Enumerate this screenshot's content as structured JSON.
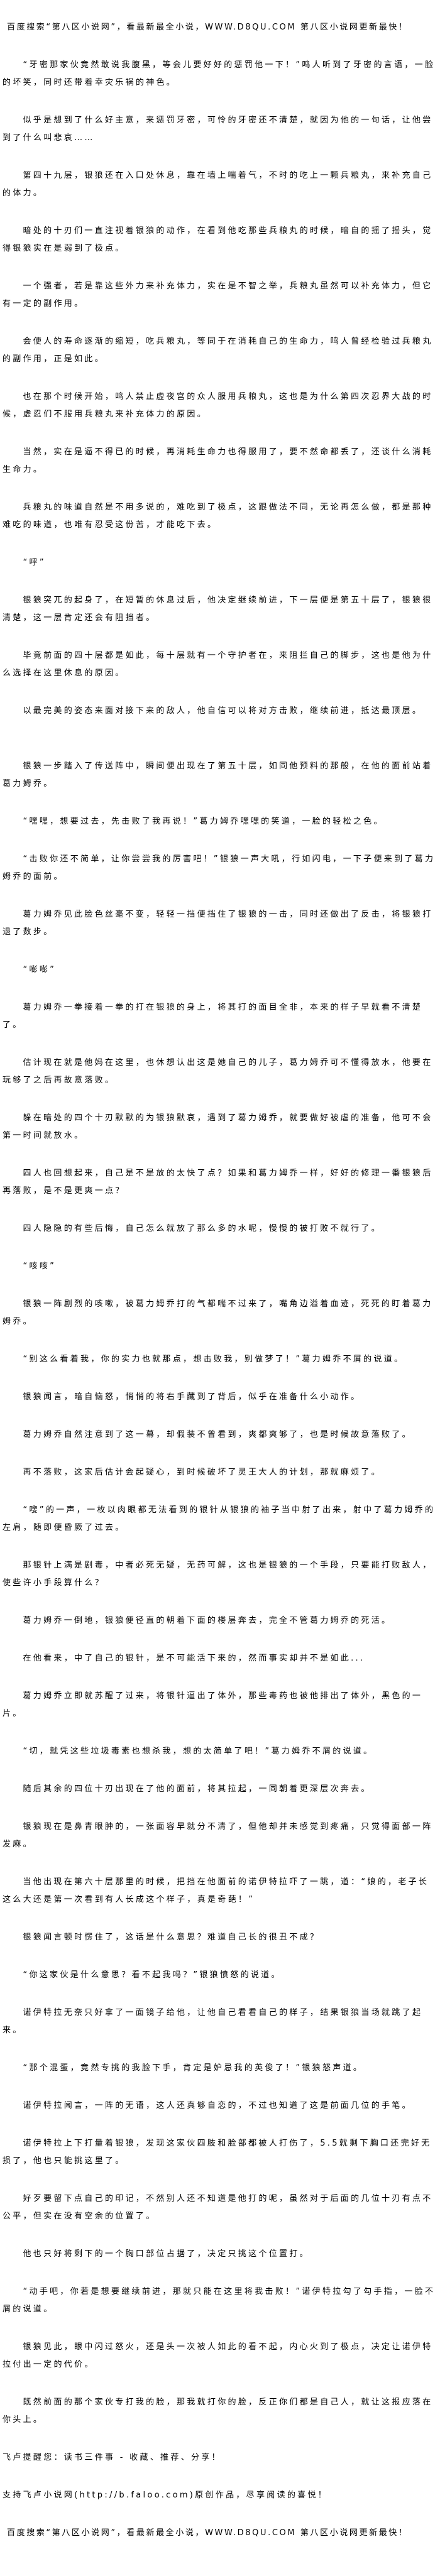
{
  "header_banner": "百度搜索“第八区小说网”，看最新最全小说，WWW.D8QU.COM  第八区小说网更新最快！",
  "paragraphs": [
    "“牙密那家伙竟然敢说我腹黑，等会儿要好好的惩罚他一下！”鸣人听到了牙密的言语，一脸的坏笑，同时还带着幸灾乐祸的神色。",
    "似乎是想到了什么好主意，来惩罚牙密，可怜的牙密还不清楚，就因为他的一句话，让他尝到了什么叫悲哀……",
    "第四十九层，银狼还在入口处休息，靠在墙上喘着气，不时的吃上一颗兵粮丸，来补充自己的体力。",
    "暗处的十刃们一直注视着银狼的动作，在看到他吃那些兵粮丸的时候，暗自的摇了摇头，觉得银狼实在是弱到了极点。",
    "一个强者，若是靠这些外力来补充体力，实在是不智之举，兵粮丸虽然可以补充体力，但它有一定的副作用。",
    "会使人的寿命逐渐的缩短，吃兵粮丸，等同于在消耗自己的生命力，鸣人曾经检验过兵粮丸的副作用，正是如此。",
    "也在那个时候开始，鸣人禁止虚夜宫的众人服用兵粮丸，这也是为什么第四次忍界大战的时候，虚忍们不服用兵粮丸来补充体力的原因。",
    "当然，实在是逼不得已的时候，再消耗生命力也得服用了，要不然命都丢了，还谈什么消耗生命力。",
    "兵粮丸的味道自然是不用多说的，难吃到了极点，这跟做法不同，无论再怎么做，都是那种难吃的味道，也唯有忍受这份苦，才能吃下去。",
    "“呼”",
    "银狼突兀的起身了，在短暂的休息过后，他决定继续前进，下一层便是第五十层了，银狼很清楚，这一层肯定还会有阻挡者。",
    "毕竟前面的四十层都是如此，每十层就有一个守护者在，来阻拦自己的脚步，这也是他为什么选择在这里休息的原因。",
    "以最完美的姿态来面对接下来的敌人，他自信可以将对方击败，继续前进，抵达最顶层。",
    "银狼一步踏入了传送阵中，瞬间便出现在了第五十层，如同他预料的那般，在他的面前站着葛力姆乔。",
    "“嘿嘿，想要过去，先击败了我再说！”葛力姆乔嘿嘿的笑道，一脸的轻松之色。",
    "“击败你还不简单，让你尝尝我的厉害吧！”银狼一声大吼，行如闪电，一下子便来到了葛力姆乔的面前。",
    "葛力姆乔见此脸色丝毫不变，轻轻一挡便挡住了银狼的一击，同时还做出了反击，将银狼打退了数步。",
    "“嘭嘭”",
    "葛力姆乔一拳接着一拳的打在银狼的身上，将其打的面目全非，本来的样子早就看不清楚了。",
    "估计现在就是他妈在这里，也休想认出这是她自己的儿子，葛力姆乔可不懂得放水，他要在玩够了之后再故意落败。",
    "躲在暗处的四个十刃默默的为银狼默哀，遇到了葛力姆乔，就要做好被虐的准备，他可不会第一时间就放水。",
    "四人也回想起来，自己是不是放的太快了点？如果和葛力姆乔一样，好好的修理一番银狼后再落败，是不是更爽一点？",
    "四人隐隐的有些后悔，自己怎么就放了那么多的水呢，慢慢的被打败不就行了。",
    "“咳咳”",
    "银狼一阵剧烈的咳嗽，被葛力姆乔打的气都喘不过来了，嘴角边溢着血迹，死死的盯着葛力姆乔。",
    "“别这么看着我，你的实力也就那点，想击败我，别做梦了！”葛力姆乔不屑的说道。",
    "银狼闻言，暗自恼怒，悄悄的将右手藏到了背后，似乎在准备什么小动作。",
    "葛力姆乔自然注意到了这一幕，却假装不曾看到，爽都爽够了，也是时候故意落败了。",
    "再不落败，这家后估计会起疑心，到时候破坏了灵王大人的计划，那就麻烦了。",
    "“嗖”的一声，一枚以肉眼都无法看到的银针从银狼的袖子当中射了出来，射中了葛力姆乔的左肩，随即便昏厥了过去。",
    "那银针上满是剧毒，中者必死无疑，无药可解，这也是银狼的一个手段，只要能打败敌人，使些许小手段算什么？",
    "葛力姆乔一倒地，银狼便径直的朝着下面的楼层奔去，完全不管葛力姆乔的死活。",
    "在他看来，中了自己的银针，是不可能活下来的，然而事实却并不是如此...",
    "葛力姆乔立即就苏醒了过来，将银针逼出了体外，那些毒药也被他排出了体外，黑色的一片。",
    "“切，就凭这些垃圾毒素也想杀我，想的太简单了吧！”葛力姆乔不屑的说道。",
    "随后其余的四位十刃出现在了他的面前，将其拉起，一同朝着更深层次奔去。",
    "银狼现在是鼻青眼肿的，一张面容早就分不清了，但他却并未感觉到疼痛，只觉得面部一阵发麻。",
    "当他出现在第六十层那里的时候，把挡在他面前的诺伊特拉吓了一跳，道：“娘的，老子长这么大还是第一次看到有人长成这个样子，真是奇葩！”",
    "银狼闻言顿时愣住了，这话是什么意思？难道自己长的很丑不成？",
    "“你这家伙是什么意思？看不起我吗？”银狼愤怒的说道。",
    "诺伊特拉无奈只好拿了一面镜子给他，让他自己看看自己的样子，结果银狼当场就跳了起来。",
    "“那个混蛋，竟然专挑的我脸下手，肯定是妒忌我的英俊了！”银狼怒声道。",
    "诺伊特拉闻言，一阵的无语，这人还真够自恋的，不过也知道了这是前面几位的手笔。",
    "诺伊特拉上下打量着银狼，发现这家伙四肢和脸部都被人打伤了，5.5就剩下胸口还完好无损了，他也只能挑这里了。",
    "好歹要留下点自己的印记，不然别人还不知道是他打的呢，虽然对于后面的几位十刃有点不公平，但实在没有空余的位置了。",
    "他也只好将剩下的一个胸口部位占据了，决定只挑这个位置打。",
    "“动手吧，你若是想要继续前进，那就只能在这里将我击败！”诺伊特拉勾了勾手指，一脸不屑的说道。",
    "银狼见此，眼中闪过怒火，还是头一次被人如此的看不起，内心火到了极点，决定让诺伊特拉付出一定的代价。",
    "既然前面的那个家伙专打我的脸，那我就打你的脸，反正你们都是自己人，就让这报应落在你头上。"
  ],
  "footer_notes": [
    "飞卢提醒您：读书三件事 - 收藏、推荐、分享！",
    "支持飞卢小说网(http://b.faloo.com)原创作品，尽享阅读的喜悦！"
  ],
  "footer_banner": "百度搜索“第八区小说网”，看最新最全小说，WWW.D8QU.COM  第八区小说网更新最快！"
}
